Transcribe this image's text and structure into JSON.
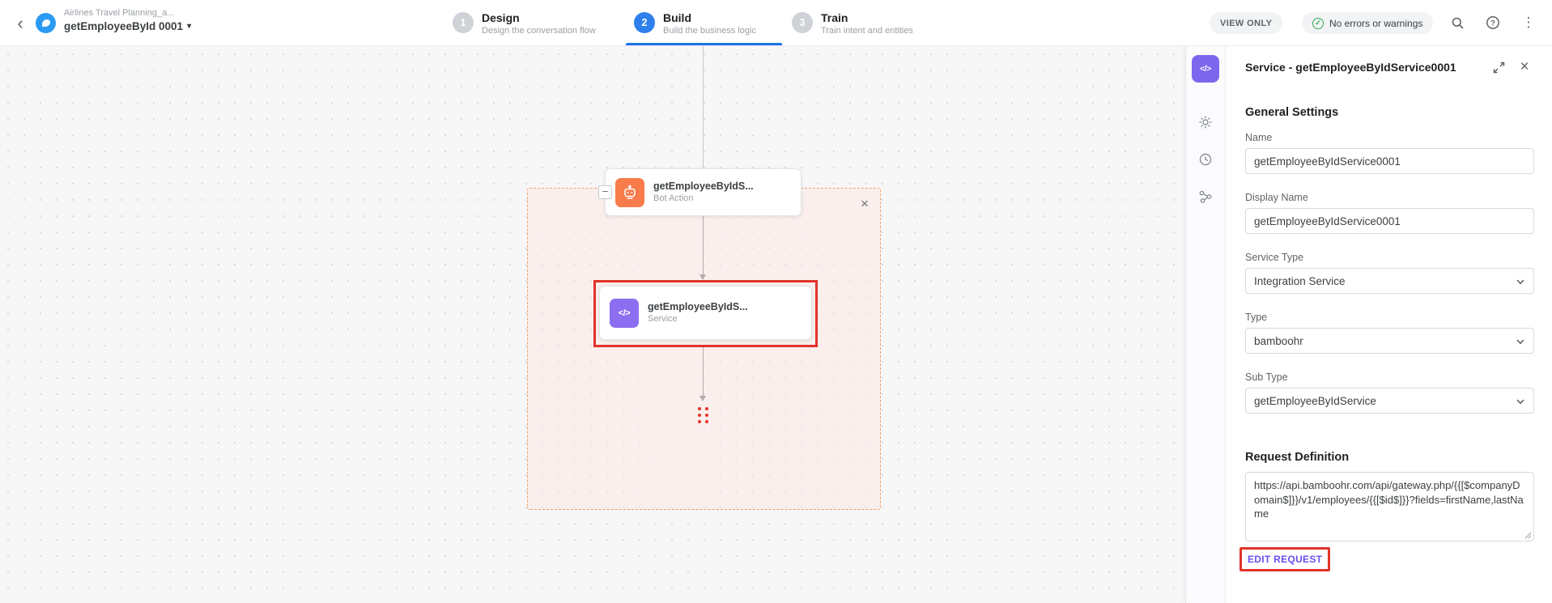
{
  "header": {
    "project_name": "Airlines Travel Planning_a...",
    "task_name": "getEmployeeById 0001",
    "steps": [
      {
        "num": "1",
        "title": "Design",
        "subtitle": "Design the conversation flow"
      },
      {
        "num": "2",
        "title": "Build",
        "subtitle": "Build the business logic"
      },
      {
        "num": "3",
        "title": "Train",
        "subtitle": "Train intent and entities"
      }
    ],
    "view_only_label": "VIEW ONLY",
    "status_label": "No errors or warnings"
  },
  "canvas": {
    "bot_action_node": {
      "title": "getEmployeeByIdS...",
      "subtitle": "Bot Action"
    },
    "service_node": {
      "title": "getEmployeeByIdS...",
      "subtitle": "Service"
    }
  },
  "panel": {
    "title": "Service - getEmployeeByIdService0001",
    "general": {
      "heading": "General Settings",
      "name_label": "Name",
      "name_value": "getEmployeeByIdService0001",
      "display_name_label": "Display Name",
      "display_name_value": "getEmployeeByIdService0001",
      "service_type_label": "Service Type",
      "service_type_value": "Integration Service",
      "type_label": "Type",
      "type_value": "bamboohr",
      "sub_type_label": "Sub Type",
      "sub_type_value": "getEmployeeByIdService"
    },
    "request": {
      "heading": "Request Definition",
      "url": "https://api.bamboohr.com/api/gateway.php/{{[$companyDomain$]}}/v1/employees/{{[$id$]}}?fields=firstName,lastName",
      "edit_label": "EDIT REQUEST"
    }
  },
  "glyphs": {
    "back": "‹",
    "caret": "▾",
    "minus": "−",
    "close": "×",
    "kebab": "⋮",
    "check": "✓",
    "code": "</>"
  },
  "colors": {
    "accent_blue": "#1a73e8",
    "accent_purple": "#7d66ee",
    "node_orange": "#f87b4b",
    "annotation_red": "#e2332a",
    "success_green": "#34a853"
  }
}
